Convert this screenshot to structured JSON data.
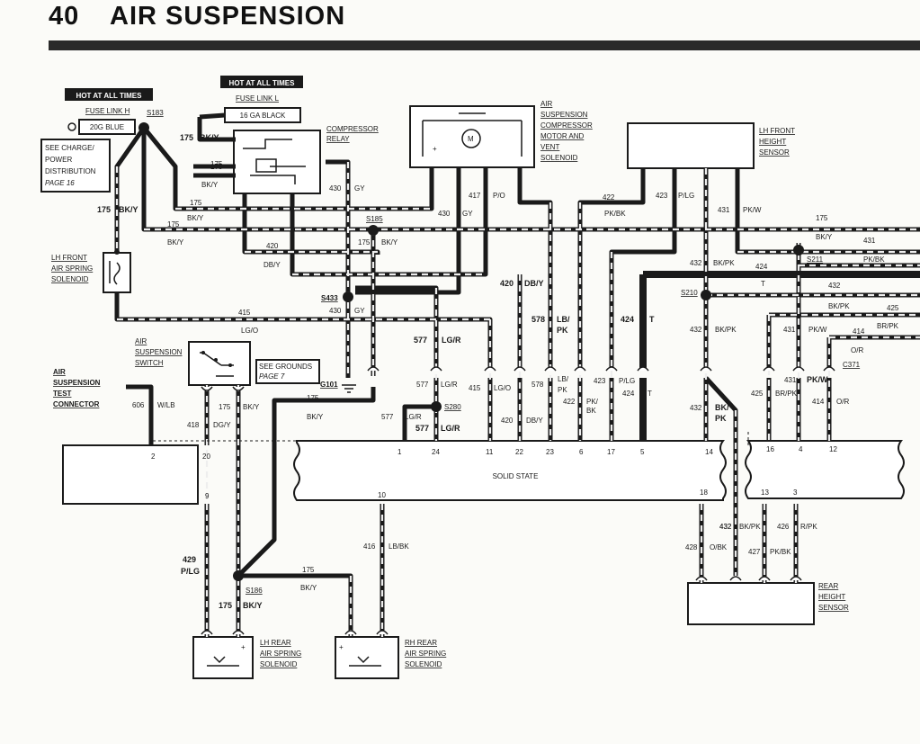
{
  "header": {
    "page_number": "40",
    "title": "AIR SUSPENSION"
  },
  "notes": {
    "hot1": "HOT AT ALL TIMES",
    "hot2": "HOT AT ALL TIMES",
    "see_charge": [
      "SEE CHARGE/",
      "POWER",
      "DISTRIBUTION",
      "PAGE 16"
    ],
    "see_grounds": [
      "SEE GROUNDS",
      "PAGE 7"
    ]
  },
  "components": {
    "fuse_link_h": "FUSE LINK H",
    "fuse_h_spec": "20G BLUE",
    "fuse_link_l": "FUSE LINK L",
    "fuse_l_spec": "16 GA BLACK",
    "compressor_relay": [
      "COMPRESSOR",
      "RELAY"
    ],
    "compressor": [
      "AIR",
      "SUSPENSION",
      "COMPRESSOR",
      "MOTOR AND",
      "VENT",
      "SOLENOID"
    ],
    "lh_front_height": [
      "LH FRONT",
      "HEIGHT",
      "SENSOR"
    ],
    "lh_front_spring": [
      "LH FRONT",
      "AIR SPRING",
      "SOLENOID"
    ],
    "suspension_switch": [
      "AIR",
      "SUSPENSION",
      "SWITCH"
    ],
    "test_connector": [
      "AIR",
      "SUSPENSION",
      "TEST",
      "CONNECTOR"
    ],
    "solid_state": "SOLID STATE",
    "rear_height": [
      "REAR",
      "HEIGHT",
      "SENSOR"
    ],
    "lh_rear_spring": [
      "LH REAR",
      "AIR SPRING",
      "SOLENOID"
    ],
    "rh_rear_spring": [
      "RH REAR",
      "AIR SPRING",
      "SOLENOID"
    ]
  },
  "splices": [
    "S183",
    "S185",
    "S433",
    "G101",
    "S280",
    "S186",
    "S210",
    "S211",
    "C371"
  ],
  "pins": [
    "2",
    "20",
    "9",
    "1",
    "24",
    "11",
    "22",
    "23",
    "6",
    "17",
    "5",
    "14",
    "10",
    "18",
    "16",
    "4",
    "12",
    "13",
    "3"
  ],
  "wire_labels": {
    "w175a": "175",
    "bky_a": "BK/Y",
    "w175b": "175",
    "bky_b": "BK/Y",
    "w175c": "175",
    "bky_c": "BK/Y",
    "w175d": "175",
    "bky_d": "BK/Y",
    "w175e": "175",
    "bky_e": "BK/Y",
    "w175f": "175",
    "bky_f": "BK/Y",
    "w175g": "175",
    "bky_g": "BK/Y",
    "w175h": "175",
    "bky_h": "BK/Y",
    "w175i": "175",
    "bky_i": "BK/Y",
    "w175j": "175",
    "bky_j": "BK/Y",
    "w175k": "175",
    "bky_k": "BK/Y",
    "w175l": "175",
    "w420a": "420",
    "dby_a": "DB/Y",
    "w420b": "420",
    "dby_b": "DB/Y",
    "w420c": "420",
    "dby_c": "DB/Y",
    "w430a": "430",
    "gy_a": "GY",
    "w430b": "430",
    "gy_b": "GY",
    "w430c": "430",
    "gy_c": "GY",
    "w417": "417",
    "po": "P/O",
    "w422a": "422",
    "pkbk_a": "PK/BK",
    "w422b": "422",
    "pkbk_b": "PK/",
    "pkbk_b2": "BK",
    "w423a": "423",
    "plg_a": "P/LG",
    "w423b": "423",
    "plg_b": "P/LG",
    "w431a": "431",
    "pkw_a": "PK/W",
    "w431b": "431",
    "pkbk_c": "PK/BK",
    "w431c": "431",
    "pkw_b": "PK/W",
    "w431d": "431",
    "pkw_c": "PK/W",
    "w432a": "432",
    "bkpk_a": "BK/PK",
    "w432b": "432",
    "w432c": "432",
    "bkpk_b": "BK/PK",
    "w432d": "432",
    "bkpk_c": "BK/PK",
    "w432e": "432",
    "bkpk_d": "BK/",
    "bkpk_d2": "PK",
    "w432f": "432",
    "bkpk_e": "BK/PK",
    "w424a": "424",
    "t_a": "T",
    "w424b": "424",
    "t_b": "T",
    "w424c": "424",
    "t_c": "T",
    "w425a": "425",
    "brpk_a": "BR/PK",
    "w425b": "425",
    "brpk_b": "BR/PK",
    "w414a": "414",
    "or_a": "O/R",
    "w414b": "414",
    "or_b": "O/R",
    "w415a": "415",
    "lgo_a": "LG/O",
    "w415b": "415",
    "lgo_b": "LG/O",
    "w577a": "577",
    "lgr_a": "LG/R",
    "w577b": "577",
    "lgr_b": "LG/R",
    "w577c": "577",
    "lgr_c": "LG/R",
    "w577d": "577",
    "lgr_d": "LG/R",
    "w578a": "578",
    "lbpk_a": "LB/",
    "lbpk_a2": "PK",
    "w578b": "578",
    "lbpk_b": "LB/",
    "lbpk_b2": "PK",
    "w606": "606",
    "wlb": "W/LB",
    "w418": "418",
    "dgy": "DG/Y",
    "w429": "429",
    "plg_c": "P/LG",
    "w416": "416",
    "lbbk": "LB/BK",
    "w428": "428",
    "obk": "O/BK",
    "w427": "427",
    "pkbk_d": "PK/BK",
    "w426": "426",
    "rpk": "R/PK"
  }
}
